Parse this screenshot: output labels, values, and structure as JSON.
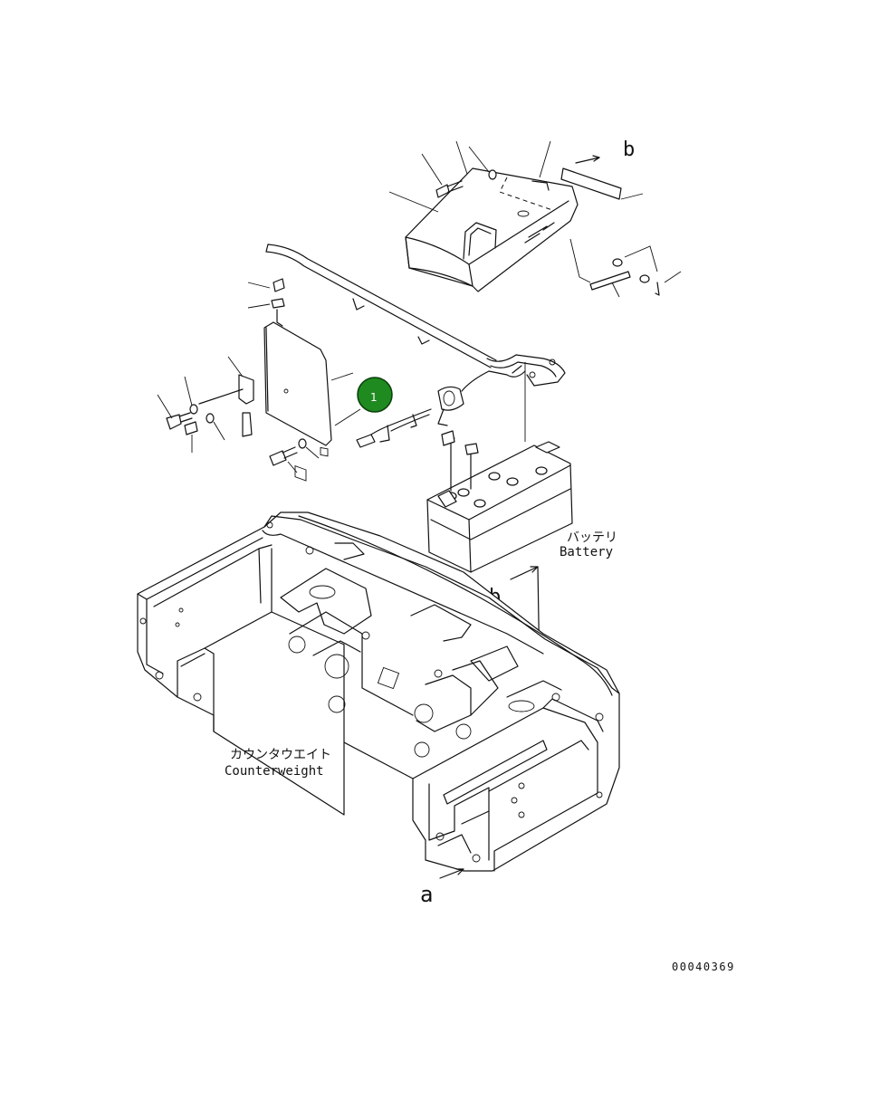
{
  "labels": {
    "battery_jp": "バッテリ",
    "battery_en": "Battery",
    "counterweight_jp": "カウンタウエイト",
    "counterweight_en": "Counterweight",
    "view_b_top": "b",
    "view_b_mid": "b",
    "view_a": "a",
    "drawing_number": "00040369"
  },
  "callouts": [
    {
      "number": "1",
      "color": "#1f8a1f"
    }
  ]
}
